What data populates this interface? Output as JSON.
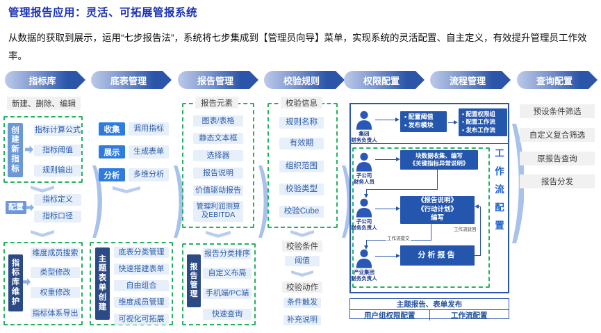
{
  "slide": {
    "title": "管理报告应用：灵活、可拓展管报系统",
    "subtitle": "从数据的获取到展示，运用“七步报告法”，系统将七步集成到【管理员向导】菜单，实现系统的灵活配置、自主定义，有效提升管理员工作效率。"
  },
  "steps": [
    "指标库",
    "底表管理",
    "报告管理",
    "校验规则",
    "权限配置",
    "流程管理",
    "查询配置"
  ],
  "indicator_library": {
    "actions": "新建、删除、编辑",
    "create": {
      "label": "创建新指标",
      "items": [
        "指标计算公式",
        "指标阈值",
        "规则输出"
      ]
    },
    "config": {
      "label": "配置",
      "items": [
        "指标定义",
        "指标口径"
      ]
    },
    "maintain": {
      "label": "指标库维护",
      "items": [
        "维度成员搜索",
        "类型修改",
        "权重修改",
        "指标体系导出"
      ]
    }
  },
  "base_table": {
    "pairs": [
      {
        "k": "收集",
        "v": "调用指标"
      },
      {
        "k": "展示",
        "v": "生成表单"
      },
      {
        "k": "分析",
        "v": "多维分析"
      }
    ],
    "theme": {
      "label": "主题表单创建",
      "items": [
        "底表分类管理",
        "快速搭建表单",
        "自由组合",
        "维度成员管理",
        "可视化可拓展"
      ]
    }
  },
  "report_mgmt": {
    "header": "报告元素",
    "elements": [
      "图表/表格",
      "静态文本框",
      "选择器",
      "报告说明",
      "价值驱动报告",
      "管理利润测算及EBITDA"
    ],
    "manage": {
      "label": "报告管理",
      "items": [
        "报告分类排序",
        "自定义布局",
        "手机端/PC端",
        "快速查询"
      ]
    }
  },
  "validation": {
    "info_header": "校验信息",
    "info_items": [
      "规则名称",
      "有效期",
      "组织范围",
      "校验类型",
      "校验Cube"
    ],
    "cond_header": "校验条件",
    "cond_item": "阈值",
    "act_header": "校验动作",
    "act_items": [
      "条件触发",
      "补充说明"
    ]
  },
  "workflow": {
    "actors": [
      {
        "l1": "集团",
        "l2": "财务负责人"
      },
      {
        "l1": "子公司",
        "l2": "财务人员"
      },
      {
        "l1": "子公司",
        "l2": "财务负责人"
      },
      {
        "l1": "产业集团",
        "l2": "财务负责人"
      }
    ],
    "box_config": [
      "• 配置阈值",
      "• 发布模块"
    ],
    "box_publish": [
      "• 配置权限组",
      "• 配置工作流",
      "• 发布工作流"
    ],
    "box_collect": [
      "块数据收集、编写",
      "《关键指标异常说明》"
    ],
    "box_report": [
      "《报告说明》",
      "《行动计划》",
      "编写"
    ],
    "box_analysis": "分析报告",
    "label_submit": "工作流提交",
    "label_reject": "工作流驳回",
    "side_label": "工作流配置",
    "footer": {
      "top": "主题报告、表单发布",
      "left": "用户组权限配置",
      "right": "工作流配置"
    }
  },
  "query_config": {
    "items": [
      "预设条件筛选",
      "自定义复合筛选",
      "原报告查询",
      "报告分发"
    ]
  },
  "colors": {
    "title": "#1b31b4",
    "step_gradient_start": "#bccae9",
    "step_gradient_end": "#2b55a8",
    "green_dashed": "#25b25e",
    "item_bg": "#e7effb",
    "item_text": "#2d5ca8",
    "dark_navy": "#2c4a86",
    "mid_blue": "#6b98d9",
    "bright_blue": "#2e7ce0",
    "workflow_box": "#2456ae",
    "workflow_border": "#2b55a8",
    "gray_box": "#f1f1f1"
  }
}
